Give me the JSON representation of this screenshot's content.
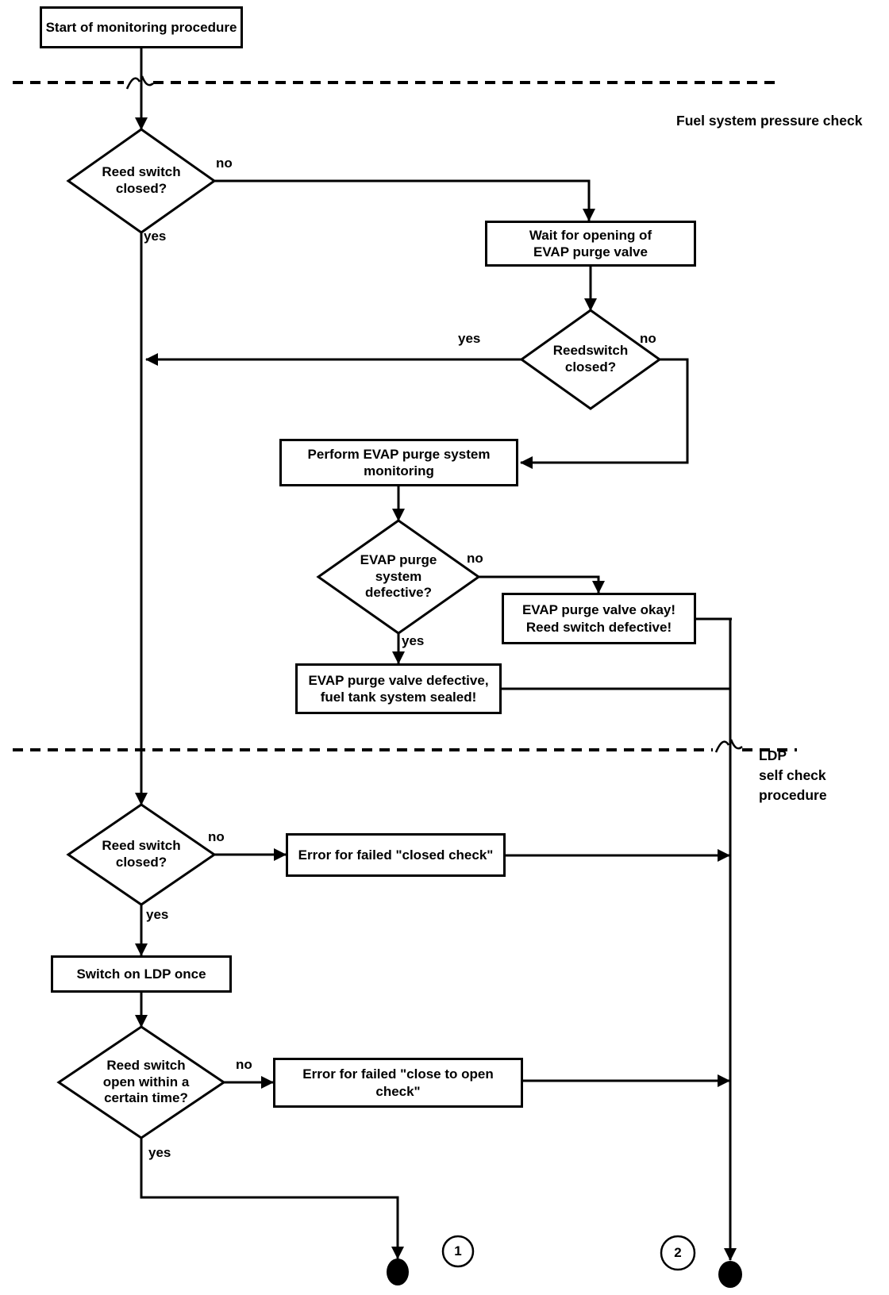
{
  "colors": {
    "line": "#000000",
    "background": "#ffffff",
    "text": "#000000"
  },
  "sections": {
    "fuel_pressure_check": "Fuel system pressure check",
    "ldp_self_check": "LDP\nself check\nprocedure"
  },
  "nodes": {
    "start": {
      "type": "process",
      "label": "Start of monitoring procedure"
    },
    "reed_switch_closed_1": {
      "type": "decision",
      "label": "Reed switch\nclosed?"
    },
    "wait_evap_open": {
      "type": "process",
      "label": "Wait for opening of\nEVAP purge valve"
    },
    "reedswitch_closed_2": {
      "type": "decision",
      "label": "Reedswitch\nclosed?"
    },
    "perform_evap_monitoring": {
      "type": "process",
      "label": "Perform EVAP purge system\nmonitoring"
    },
    "evap_system_defective": {
      "type": "decision",
      "label": "EVAP purge\nsystem\ndefective?"
    },
    "evap_valve_okay": {
      "type": "process",
      "label": "EVAP purge valve okay!\nReed switch defective!"
    },
    "evap_valve_defective": {
      "type": "process",
      "label": "EVAP purge valve defective,\nfuel tank system sealed!"
    },
    "reed_switch_closed_3": {
      "type": "decision",
      "label": "Reed switch\nclosed?"
    },
    "error_closed_check": {
      "type": "process",
      "label": "Error for failed \"closed check\""
    },
    "switch_on_ldp": {
      "type": "process",
      "label": "Switch on LDP once"
    },
    "reed_switch_open_time": {
      "type": "decision",
      "label": "Reed switch\nopen within a\ncertain time?"
    },
    "error_close_to_open": {
      "type": "process",
      "label": "Error for failed \"close to open\ncheck\""
    }
  },
  "edge_labels": {
    "d1_no": "no",
    "d1_yes": "yes",
    "d2_yes": "yes",
    "d2_no": "no",
    "d3_no": "no",
    "d3_yes": "yes",
    "d4_no": "no",
    "d4_yes": "yes",
    "d5_no": "no",
    "d5_yes": "yes"
  },
  "connectors": {
    "c1": "1",
    "c2": "2"
  }
}
